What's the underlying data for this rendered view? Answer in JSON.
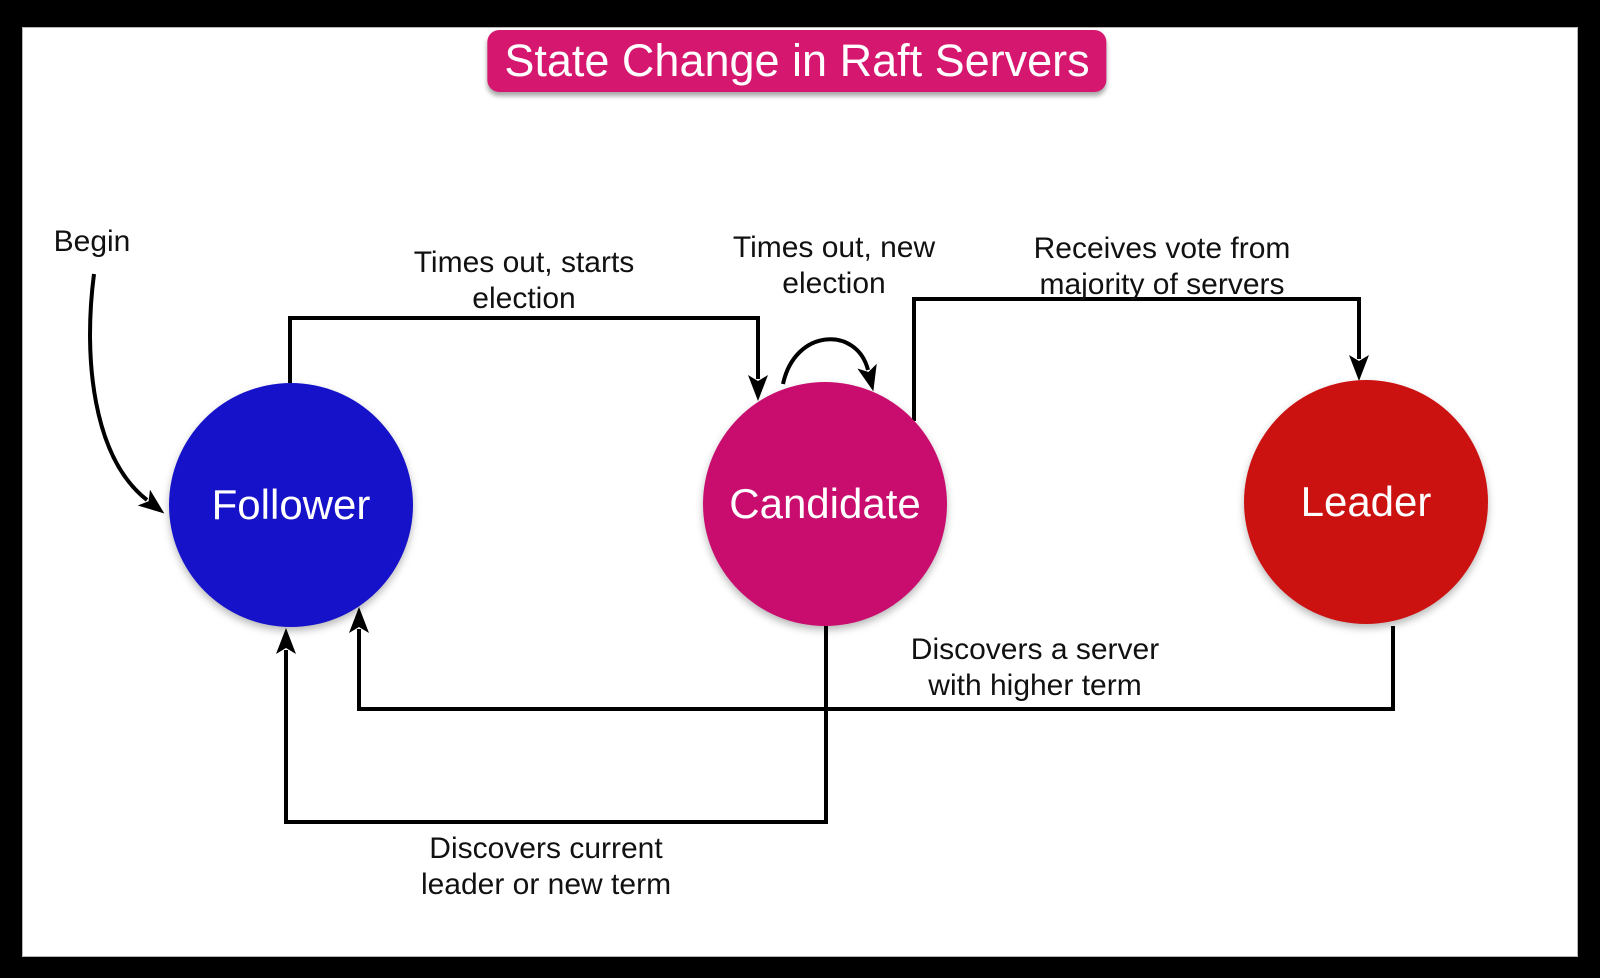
{
  "title": "State Change in Raft Servers",
  "colors": {
    "frame": "#000000",
    "canvas": "#ffffff",
    "canvas_border": "#b5b5b5",
    "title_bg": "#d5176f",
    "title_text": "#ffffff",
    "edge_line": "#000000",
    "label_text": "#111111",
    "node_text": "#ffffff",
    "follower": "#1512c9",
    "candidate": "#c90d6f",
    "leader": "#cc1111"
  },
  "nodes": [
    {
      "id": "follower",
      "label": "Follower",
      "color": "#1512c9"
    },
    {
      "id": "candidate",
      "label": "Candidate",
      "color": "#c90d6f"
    },
    {
      "id": "leader",
      "label": "Leader",
      "color": "#cc1111"
    }
  ],
  "edges": [
    {
      "from": "start",
      "to": "follower",
      "label": "Begin",
      "line1": "Begin",
      "line2": ""
    },
    {
      "from": "follower",
      "to": "candidate",
      "label": "Times out, starts election",
      "line1": "Times out, starts",
      "line2": "election"
    },
    {
      "from": "candidate",
      "to": "candidate",
      "label": "Times out, new election",
      "line1": "Times out, new",
      "line2": "election"
    },
    {
      "from": "candidate",
      "to": "leader",
      "label": "Receives vote from majority of servers",
      "line1": "Receives vote from",
      "line2": "majority of servers"
    },
    {
      "from": "leader",
      "to": "follower",
      "label": "Discovers a server with higher term",
      "line1": "Discovers a server",
      "line2": "with higher term"
    },
    {
      "from": "candidate",
      "to": "follower",
      "label": "Discovers current leader or new term",
      "line1": "Discovers current",
      "line2": "leader or new term"
    }
  ]
}
